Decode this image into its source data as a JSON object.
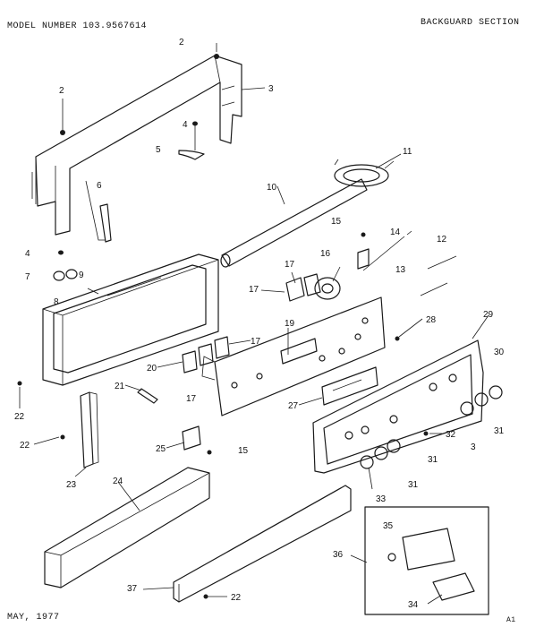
{
  "header": {
    "model_number": "MODEL  NUMBER 103.9567614",
    "section_title": "BACKGUARD  SECTION"
  },
  "footer": {
    "date": "MAY,  1977",
    "page_mark": "A1"
  },
  "callouts": {
    "c2a": "2",
    "c2b": "2",
    "c3": "3",
    "c4a": "4",
    "c4b": "4",
    "c5": "5",
    "c6": "6",
    "c7": "7",
    "c8": "8",
    "c9": "9",
    "c10": "10",
    "c11": "11",
    "c12": "12",
    "c13": "13",
    "c14": "14",
    "c15a": "15",
    "c15b": "15",
    "c16": "16",
    "c17a": "17",
    "c17b": "17",
    "c17c": "17",
    "c17d": "17",
    "c19": "19",
    "c20": "20",
    "c21": "21",
    "c22a": "22",
    "c22b": "22",
    "c22c": "22",
    "c23": "23",
    "c24": "24",
    "c25": "25",
    "c27": "27",
    "c28": "28",
    "c29": "29",
    "c30": "30",
    "c31a": "31",
    "c31b": "31",
    "c31c": "31",
    "c3b": "3",
    "c32": "32",
    "c33": "33",
    "c34": "34",
    "c35": "35",
    "c36": "36",
    "c37": "37"
  }
}
